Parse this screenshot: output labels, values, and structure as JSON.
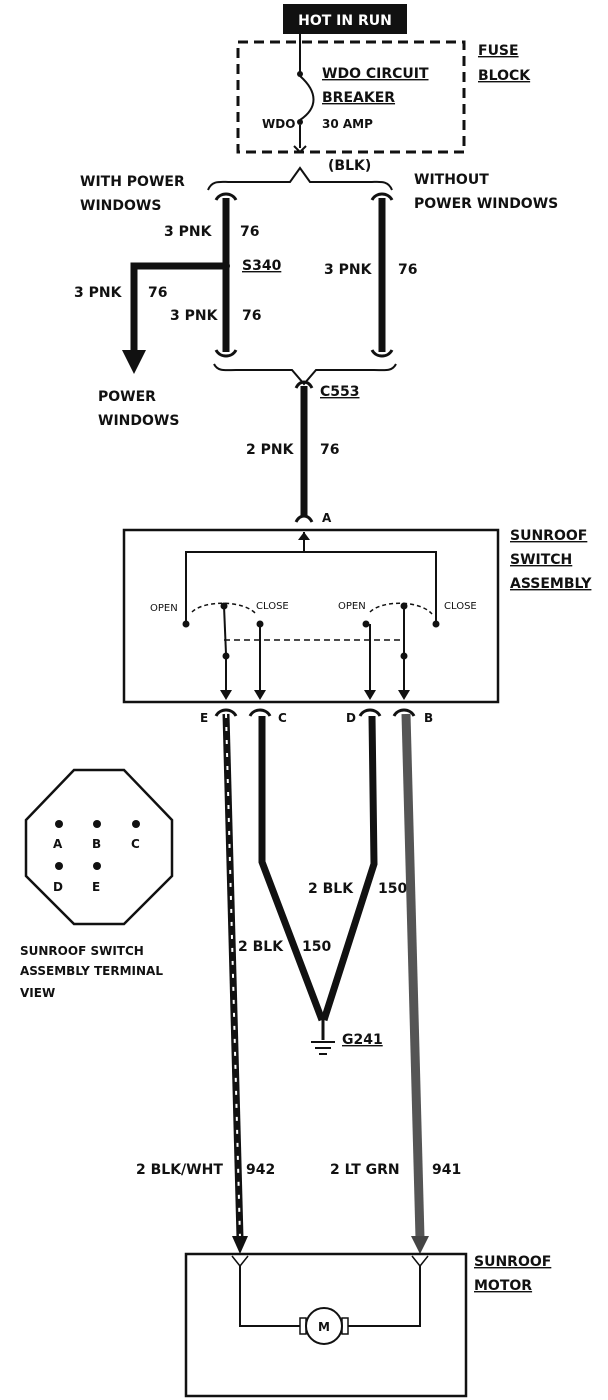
{
  "header": {
    "hot_in_run": "HOT IN RUN"
  },
  "fuse_block": {
    "label_line1": "FUSE",
    "label_line2": "BLOCK",
    "breaker_line1": "WDO CIRCUIT",
    "breaker_line2": "BREAKER",
    "rating": "30 AMP",
    "terminal": "WDO",
    "wire_color": "(BLK)"
  },
  "branches": {
    "with_pw_line1": "WITH POWER",
    "with_pw_line2": "WINDOWS",
    "without_pw_line1": "WITHOUT",
    "without_pw_line2": "POWER WINDOWS",
    "splice": "S340",
    "power_windows_line1": "POWER",
    "power_windows_line2": "WINDOWS"
  },
  "wires": {
    "w1": {
      "gauge_color": "3 PNK",
      "circuit": "76"
    },
    "w2": {
      "gauge_color": "3 PNK",
      "circuit": "76"
    },
    "w3": {
      "gauge_color": "3 PNK",
      "circuit": "76"
    },
    "w4": {
      "gauge_color": "3 PNK",
      "circuit": "76"
    },
    "w5": {
      "gauge_color": "2 PNK",
      "circuit": "76"
    },
    "ground_right": {
      "gauge_color": "2 BLK",
      "circuit": "150"
    },
    "ground_left": {
      "gauge_color": "2 BLK",
      "circuit": "150"
    },
    "motor_left": {
      "gauge_color": "2 BLK/WHT",
      "circuit": "942"
    },
    "motor_right": {
      "gauge_color": "2 LT GRN",
      "circuit": "941"
    }
  },
  "connector": "C553",
  "switch": {
    "label_line1": "SUNROOF",
    "label_line2": "SWITCH",
    "label_line3": "ASSEMBLY",
    "terminal_a": "A",
    "terminal_b": "B",
    "terminal_c": "C",
    "terminal_d": "D",
    "terminal_e": "E",
    "open_left": "OPEN",
    "close_left": "CLOSE",
    "open_right": "OPEN",
    "close_right": "CLOSE"
  },
  "terminal_view": {
    "pins": [
      "A",
      "B",
      "C",
      "D",
      "E"
    ],
    "caption_line1": "SUNROOF SWITCH",
    "caption_line2": "ASSEMBLY TERMINAL",
    "caption_line3": "VIEW"
  },
  "ground": "G241",
  "motor": {
    "label_line1": "SUNROOF",
    "label_line2": "MOTOR",
    "symbol": "M"
  }
}
